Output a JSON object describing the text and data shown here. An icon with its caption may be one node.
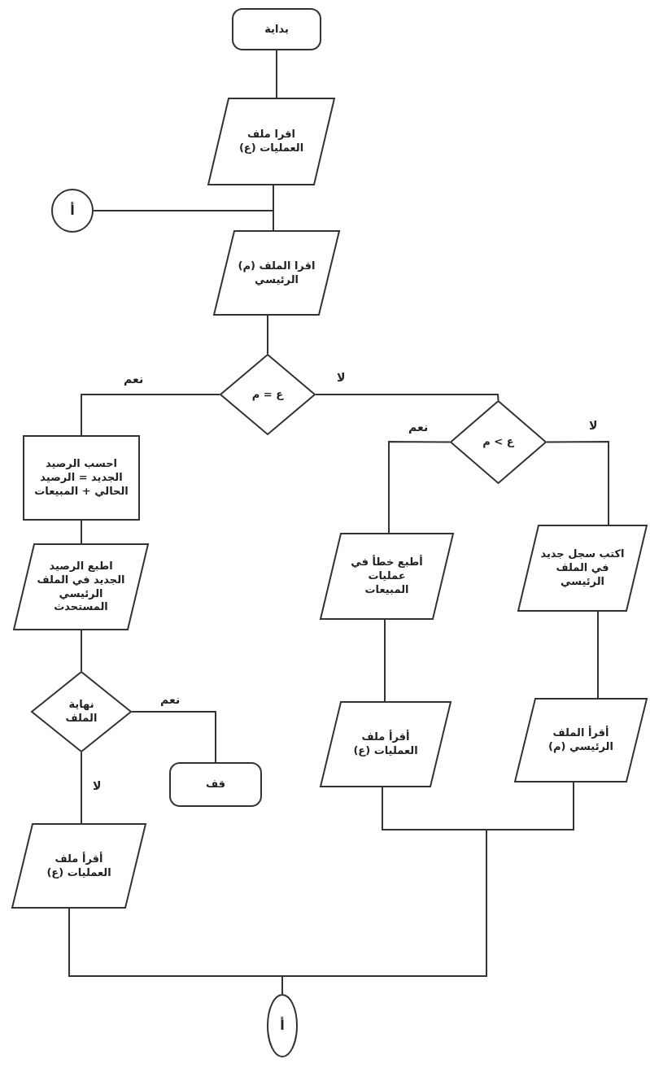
{
  "diagram": {
    "nodes": [
      {
        "text": [
          "بداية"
        ]
      },
      {
        "text": [
          "اقرا ملف العمليات (ع)"
        ]
      },
      {
        "text": [
          "أ"
        ]
      },
      {
        "text": [
          "اقرا الملف (م) الرئيسي"
        ]
      },
      {
        "text": [
          "ع = م"
        ]
      },
      {
        "text": [
          "احسب الرصيد الجديد = الرصيد الحالي + المبيعات"
        ]
      },
      {
        "text": [
          "اطبع الرصيد الجديد في الملف الرئيسي المستحدث"
        ]
      },
      {
        "text": [
          "ع > م"
        ]
      },
      {
        "text": [
          "أطبع خطأ في عمليات المبيعات"
        ]
      },
      {
        "text": [
          "اكتب سجل جديد في الملف الرئيسي"
        ]
      },
      {
        "text": [
          "نهاية الملف"
        ]
      },
      {
        "text": [
          "قف"
        ]
      },
      {
        "text": [
          "أقرأ ملف العمليات (ع)"
        ]
      },
      {
        "text": [
          "أقرأ الملف الرئيسي (م)"
        ]
      },
      {
        "text": [
          "أقرأ ملف العمليات (ع)"
        ]
      },
      {
        "text": [
          "أ"
        ]
      }
    ],
    "edges": [
      {
        "from": 0,
        "to": 1,
        "arrow": "none"
      },
      {
        "from": 1,
        "to": 3,
        "arrow": "none"
      },
      {
        "from": 2,
        "to": 3,
        "arrow": "none"
      },
      {
        "from": 3,
        "to": 4,
        "arrow": "none"
      },
      {
        "from": 4,
        "to": 5,
        "label": "نعم",
        "arrow": "none"
      },
      {
        "from": 4,
        "to": 7,
        "label": "لا",
        "arrow": "none"
      },
      {
        "from": 5,
        "to": 6,
        "arrow": "none"
      },
      {
        "from": 6,
        "to": 10,
        "arrow": "none"
      },
      {
        "from": 7,
        "to": 8,
        "label": "نعم",
        "arrow": "none"
      },
      {
        "from": 7,
        "to": 9,
        "label": "لا",
        "arrow": "none"
      },
      {
        "from": 8,
        "to": 12,
        "arrow": "none"
      },
      {
        "from": 9,
        "to": 13,
        "arrow": "none"
      },
      {
        "from": 10,
        "to": 11,
        "label": "نعم",
        "arrow": "none"
      },
      {
        "from": 10,
        "to": 14,
        "label": "لا",
        "arrow": "none"
      },
      {
        "from": 12,
        "to": 15,
        "arrow": "none"
      },
      {
        "from": 13,
        "to": 15,
        "arrow": "none"
      },
      {
        "from": 14,
        "to": 15,
        "arrow": "none"
      }
    ]
  }
}
